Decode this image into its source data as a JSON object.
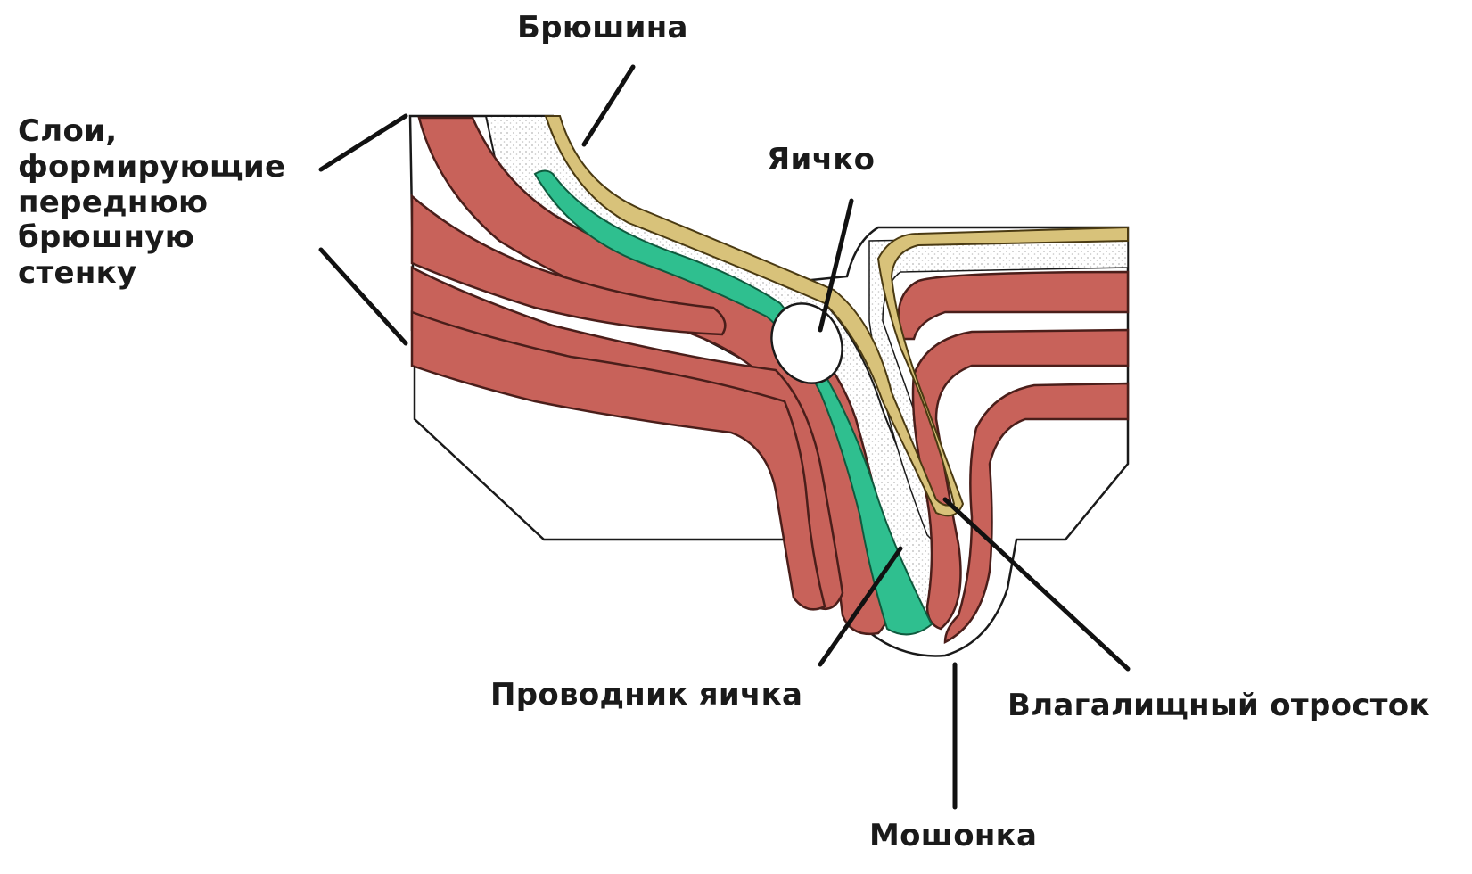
{
  "diagram": {
    "labels": {
      "peritoneum": "Брюшина",
      "abdominal_wall_layers": [
        "Слои,",
        "формирующие",
        "переднюю",
        "брюшную",
        "стенку"
      ],
      "testis": "Яичко",
      "gubernaculum": "Проводник яичка",
      "processus_vaginalis": "Влагалищный отросток",
      "scrotum": "Мошонка"
    },
    "colors": {
      "muscle": "#c8625a",
      "muscle_outline": "#4a1e1a",
      "peritoneum": "#d8c27a",
      "gubernaculum": "#2fbf8f",
      "fat_dots": "#b7b7b7",
      "outline": "#1a1a1a"
    }
  }
}
